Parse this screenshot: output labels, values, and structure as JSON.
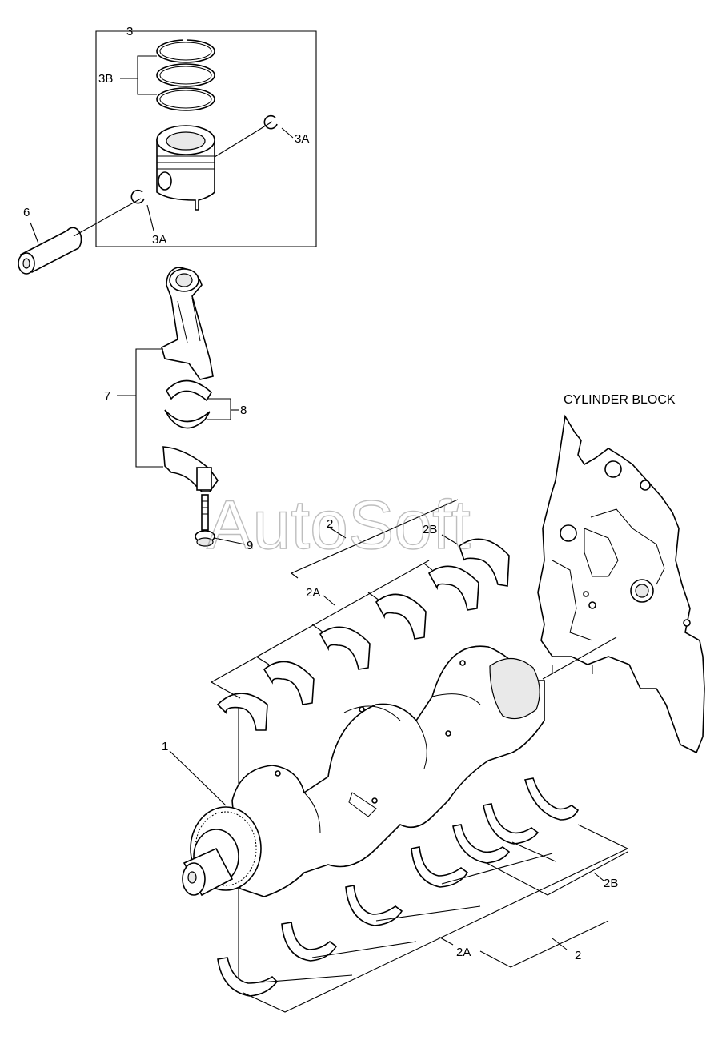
{
  "labels": {
    "l3": "3",
    "l3b": "3B",
    "l3a_upper": "3A",
    "l3a_lower": "3A",
    "l6": "6",
    "l7": "7",
    "l8": "8",
    "l9": "9",
    "l1": "1",
    "l2_upper": "2",
    "l2b_upper": "2B",
    "l2a_upper": "2A",
    "l2b_lower": "2B",
    "l2a_lower": "2A",
    "l2_lower": "2",
    "cylinder_block": "CYLINDER BLOCK"
  },
  "watermark": "AutoSoft"
}
